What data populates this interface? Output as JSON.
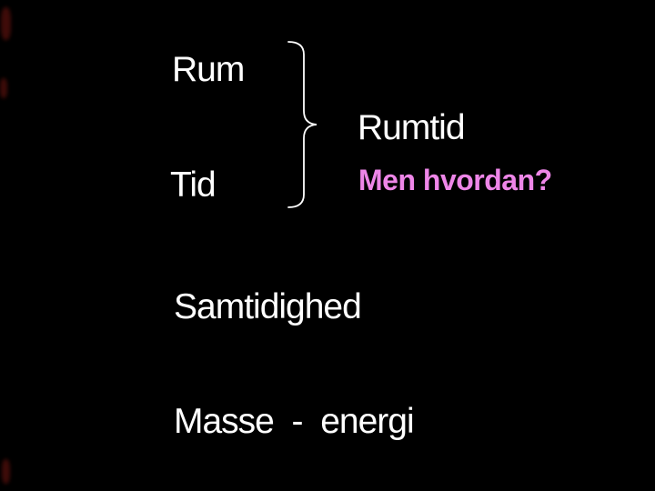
{
  "slide": {
    "background_color": "#000000",
    "text_color": "#ffffff",
    "accent_color": "#ee86e8",
    "brace_icon": "right-curly-brace",
    "left_column": {
      "rum": "Rum",
      "tid": "Tid"
    },
    "right_column": {
      "rumtid": "Rumtid",
      "question": "Men hvordan?"
    },
    "body": {
      "samtidighed": "Samtidighed",
      "masse_energi": "Masse  -  energi"
    }
  }
}
